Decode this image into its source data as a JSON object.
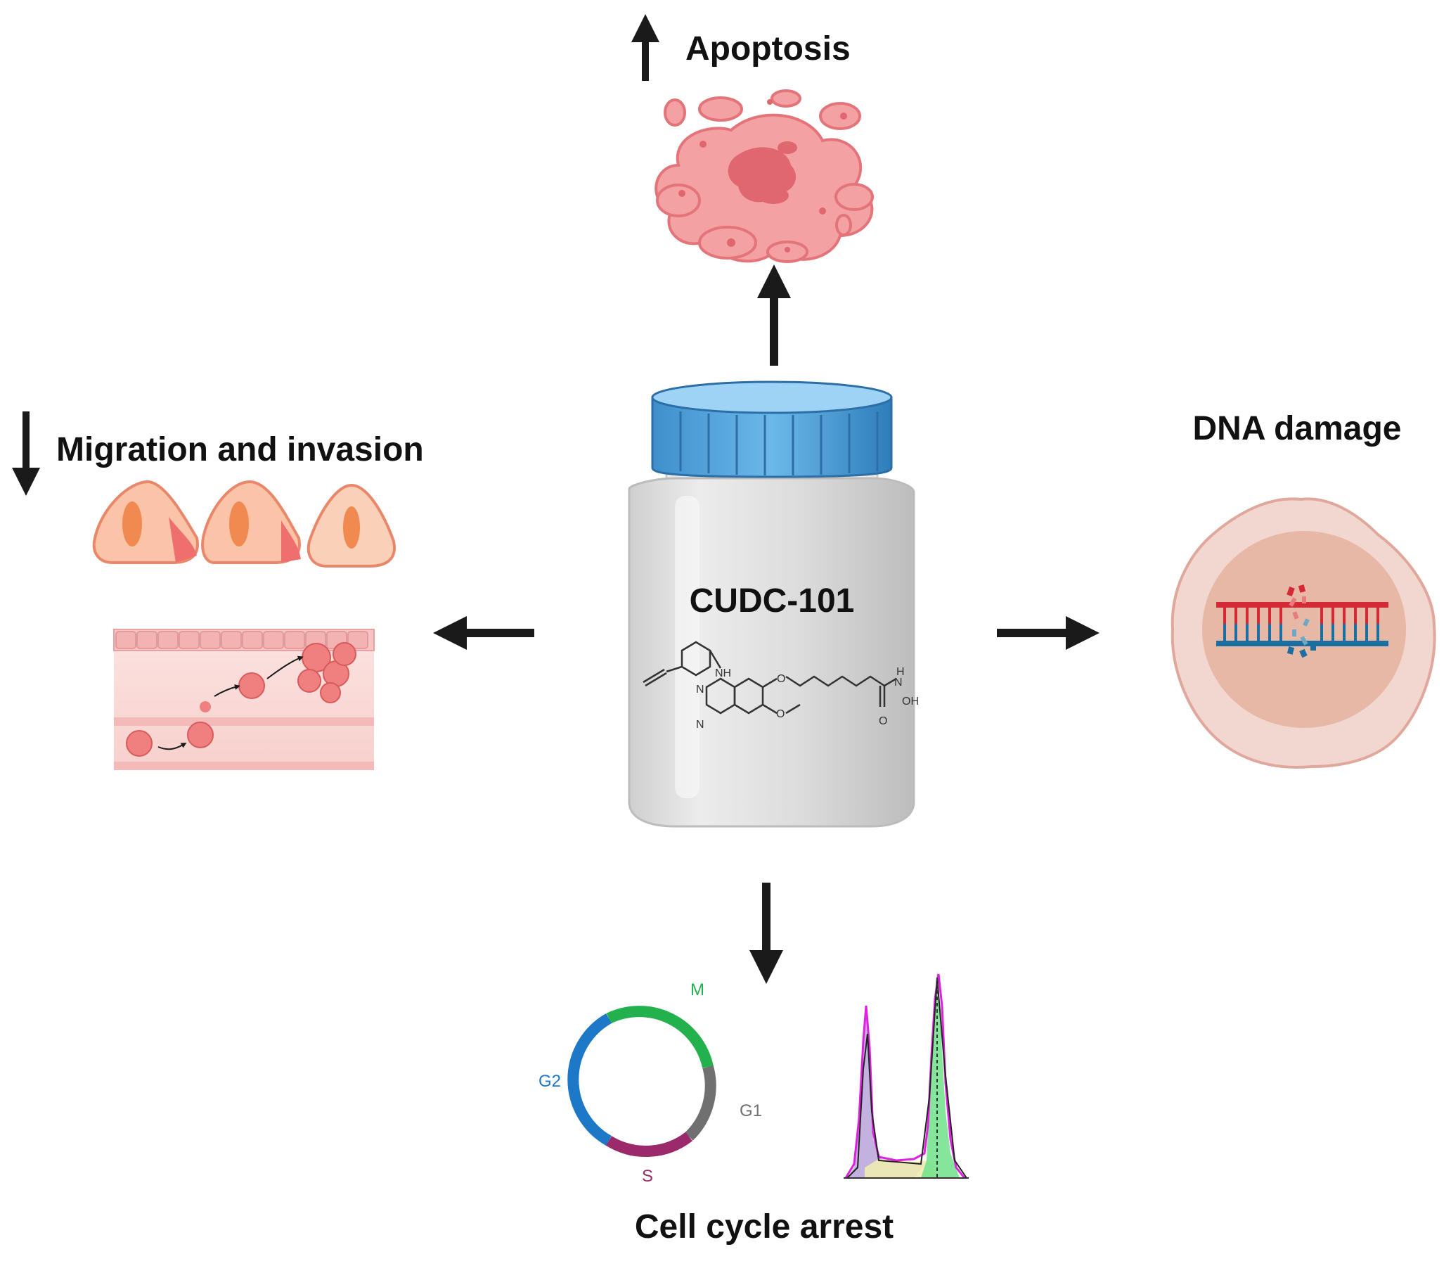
{
  "drug": {
    "name": "CUDC-101"
  },
  "structure_labels": {
    "nh": "NH",
    "n1": "N",
    "n2": "N",
    "h": "H",
    "n3": "N",
    "oh": "OH",
    "o_ring": "O",
    "o_carbonyl": "O",
    "o_methoxy": "O"
  },
  "effects": {
    "apoptosis": {
      "label": "Apoptosis",
      "direction": "up"
    },
    "migration": {
      "label": "Migration and invasion",
      "direction": "down"
    },
    "dna": {
      "label": "DNA damage"
    },
    "cell_cycle": {
      "label": "Cell cycle arrest"
    }
  },
  "cell_cycle_phases": [
    {
      "label": "M",
      "color": "#22b14c"
    },
    {
      "label": "G1",
      "color": "#707070"
    },
    {
      "label": "S",
      "color": "#9b2a6b"
    },
    {
      "label": "G2",
      "color": "#1e78c8"
    }
  ],
  "colors": {
    "cap": "#4a9fd8",
    "bottle": "#d9d9d9",
    "cell_fill": "#f5a08f",
    "dna_red": "#d42a35",
    "dna_blue": "#1a6fa0",
    "arrow": "#1a1a1a"
  }
}
